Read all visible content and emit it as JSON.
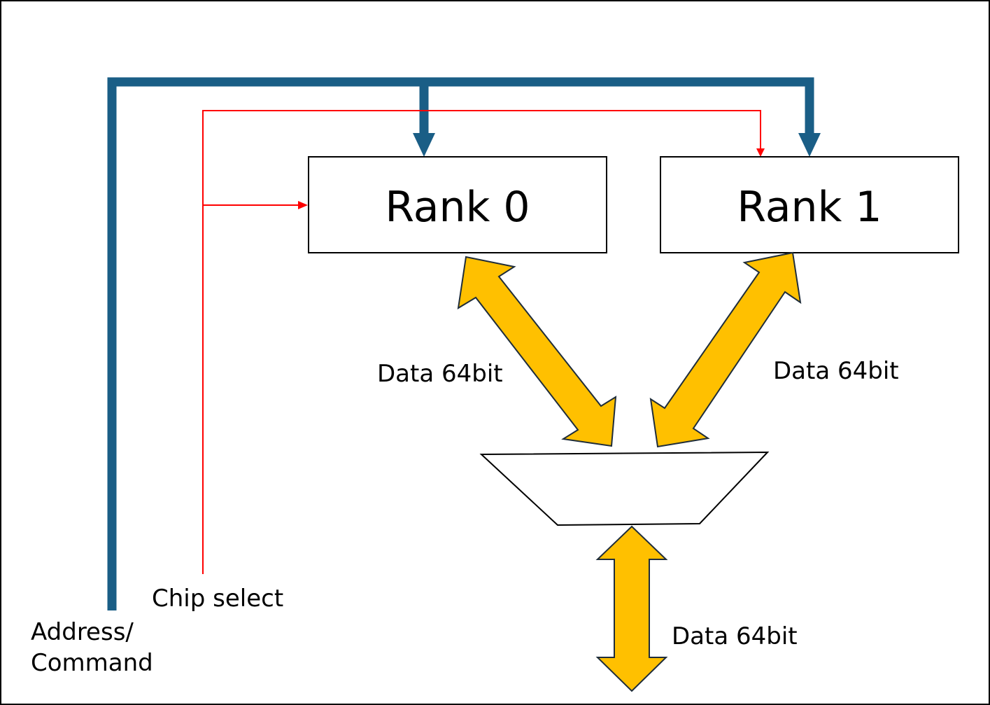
{
  "diagram": {
    "ranks": [
      {
        "label": "Rank 0"
      },
      {
        "label": "Rank 1"
      }
    ],
    "labels": {
      "data_left": "Data 64bit",
      "data_right": "Data 64bit",
      "data_bottom": "Data 64bit",
      "chip_select": "Chip select",
      "address_line1": "Address/",
      "address_line2": "Command"
    },
    "colors": {
      "bus_blue": "#1a5e86",
      "chip_select_red": "#ff0000",
      "data_arrow_fill": "#ffc000",
      "data_arrow_stroke": "#1f2d3a",
      "box_border": "#000000"
    }
  }
}
